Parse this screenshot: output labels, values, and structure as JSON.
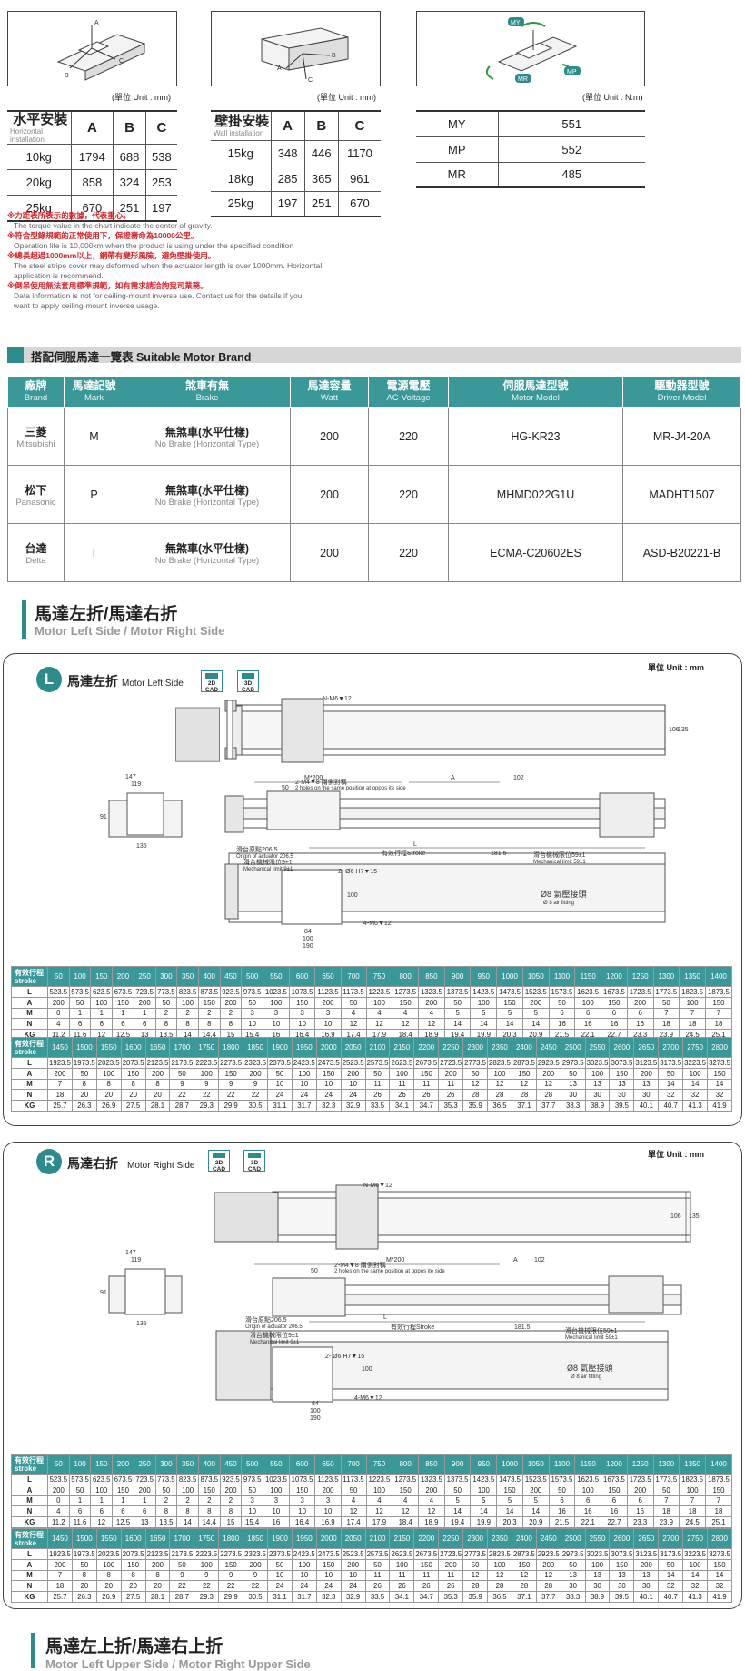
{
  "units": {
    "mm": "(單位 Unit : mm)",
    "nm": "(單位 Unit : N.m)",
    "unit_label": "單位 Unit : mm"
  },
  "diagram_labels": {
    "a": "A",
    "b": "B",
    "c": "C",
    "my": "MY",
    "mp": "MP",
    "mr": "MR"
  },
  "load_horizontal": {
    "title": "水平安裝",
    "subtitle": "Horizontal installation",
    "cols": [
      "A",
      "B",
      "C"
    ],
    "rows": [
      [
        "10kg",
        "1794",
        "688",
        "538"
      ],
      [
        "20kg",
        "858",
        "324",
        "253"
      ],
      [
        "25kg",
        "670",
        "251",
        "197"
      ]
    ]
  },
  "load_wall": {
    "title": "壁掛安裝",
    "subtitle": "Wall installation",
    "cols": [
      "A",
      "B",
      "C"
    ],
    "rows": [
      [
        "15kg",
        "348",
        "446",
        "1170"
      ],
      [
        "18kg",
        "285",
        "365",
        "961"
      ],
      [
        "25kg",
        "197",
        "251",
        "670"
      ]
    ]
  },
  "moment": {
    "rows": [
      [
        "MY",
        "551"
      ],
      [
        "MP",
        "552"
      ],
      [
        "MR",
        "485"
      ]
    ]
  },
  "notes": [
    {
      "zh": "※力距表所表示的數據，代表重心。",
      "en": "The torque value in the chart indicate the center of gravity."
    },
    {
      "zh": "※符合型錄規範的正常使用下，保證壽命為10000公里。",
      "en": "Operation life is 10,000km when the product is using under the specified condition"
    },
    {
      "zh": "※總長超過1000mm以上，鋼帶有變形風險，避免壁掛使用。",
      "en": "The steel stripe cover may deformed when the actuator length is over 1000mm. Horizontal application is recommend."
    },
    {
      "zh": "※倒吊使用無法套用標準規範，如有需求請洽詢我司業務。",
      "en": "Data information is not for ceiling-mount inverse use. Contact us for the details if you want to apply ceiling-mount inverse usage."
    }
  ],
  "motor_section": {
    "title": "搭配伺服馬達一覽表  Suitable Motor Brand"
  },
  "motor_table": {
    "headers": [
      [
        "廠牌",
        "Brand"
      ],
      [
        "馬達記號",
        "Mark"
      ],
      [
        "煞車有無",
        "Brake"
      ],
      [
        "馬達容量",
        "Watt"
      ],
      [
        "電源電壓",
        "AC-Voltage"
      ],
      [
        "伺服馬達型號",
        "Motor Model"
      ],
      [
        "驅動器型號",
        "Driver Model"
      ]
    ],
    "rows": [
      {
        "brand": "三菱",
        "brand_en": "Mitsubishi",
        "mark": "M",
        "brake": "無煞車(水平仕樣)",
        "brake_en": "No Brake (Horizontal Type)",
        "watt": "200",
        "volt": "220",
        "motor": "HG-KR23",
        "driver": "MR-J4-20A"
      },
      {
        "brand": "松下",
        "brand_en": "Panasonic",
        "mark": "P",
        "brake": "無煞車(水平仕樣)",
        "brake_en": "No Brake (Horizontal Type)",
        "watt": "200",
        "volt": "220",
        "motor": "MHMD022G1U",
        "driver": "MADHT1507"
      },
      {
        "brand": "台達",
        "brand_en": "Delta",
        "mark": "T",
        "brake": "無煞車(水平仕樣)",
        "brake_en": "No Brake (Horizontal Type)",
        "watt": "200",
        "volt": "220",
        "motor": "ECMA-C20602ES",
        "driver": "ASD-B20221-B"
      }
    ]
  },
  "heading1": {
    "zh": "馬達左折/馬達右折",
    "en": "Motor Left Side / Motor Right Side"
  },
  "heading2": {
    "zh": "馬達左上折/馬達右上折",
    "en": "Motor Left Upper Side / Motor Right Upper Side"
  },
  "panel_left": {
    "badge": "L",
    "title": "馬達左折",
    "title_en": "Motor Left Side"
  },
  "panel_right": {
    "badge": "R",
    "title": "馬達右折",
    "title_en": "Motor Right Side"
  },
  "cad": {
    "d2": "2D CAD",
    "d3": "3D CAD"
  },
  "drawing": {
    "nm6": "N-M6▼12",
    "m200": "M*200",
    "a": "A",
    "d102": "102",
    "d106": "106",
    "d135": "135",
    "d147": "147",
    "d119": "119",
    "d91": "91",
    "d50": "50",
    "m4": "2-M4▼8 兩側對稱",
    "m4en": "2 holes on the same position at oppos ite side",
    "L": "L",
    "origin": "滑台原點206.5",
    "origin_en": "Origin of actuator 206.5",
    "stroke": "有效行程Stroke",
    "d1815": "181.5",
    "mech": "滑台機械限位9±1",
    "mech_en": "Mechanical limit 9±1",
    "mech2": "滑台機械限位59±1",
    "mech2_en": "Mechanical limit 59±1",
    "pin": "2- Ø6 H7▼15",
    "m6": "4-M6▼12",
    "air": "Ø8 氣壓接頭",
    "air_en": "Ø 8 air fitting",
    "d84": "84",
    "d100": "100",
    "d190": "190",
    "d100v": "100"
  },
  "spec": {
    "stroke_label": "有效行程",
    "stroke_label_en": "stroke",
    "labels": [
      "L",
      "A",
      "M",
      "N",
      "KG"
    ],
    "t1": {
      "stroke": [
        "50",
        "100",
        "150",
        "200",
        "250",
        "300",
        "350",
        "400",
        "450",
        "500",
        "550",
        "600",
        "650",
        "700",
        "750",
        "800",
        "850",
        "900",
        "950",
        "1000",
        "1050",
        "1100",
        "1150",
        "1200",
        "1250",
        "1300",
        "1350",
        "1400"
      ],
      "L": [
        "523.5",
        "573.5",
        "623.5",
        "673.5",
        "723.5",
        "773.5",
        "823.5",
        "873.5",
        "923.5",
        "973.5",
        "1023.5",
        "1073.5",
        "1123.5",
        "1173.5",
        "1223.5",
        "1273.5",
        "1323.5",
        "1373.5",
        "1423.5",
        "1473.5",
        "1523.5",
        "1573.5",
        "1623.5",
        "1673.5",
        "1723.5",
        "1773.5",
        "1823.5",
        "1873.5"
      ],
      "A": [
        "200",
        "50",
        "100",
        "150",
        "200",
        "50",
        "100",
        "150",
        "200",
        "50",
        "100",
        "150",
        "200",
        "50",
        "100",
        "150",
        "200",
        "50",
        "100",
        "150",
        "200",
        "50",
        "100",
        "150",
        "200",
        "50",
        "100",
        "150"
      ],
      "M": [
        "0",
        "1",
        "1",
        "1",
        "1",
        "2",
        "2",
        "2",
        "2",
        "3",
        "3",
        "3",
        "3",
        "4",
        "4",
        "4",
        "4",
        "5",
        "5",
        "5",
        "5",
        "6",
        "6",
        "6",
        "6",
        "7",
        "7",
        "7"
      ],
      "N": [
        "4",
        "6",
        "6",
        "6",
        "6",
        "8",
        "8",
        "8",
        "8",
        "10",
        "10",
        "10",
        "10",
        "12",
        "12",
        "12",
        "12",
        "14",
        "14",
        "14",
        "14",
        "16",
        "16",
        "16",
        "16",
        "18",
        "18",
        "18"
      ],
      "KG": [
        "11.2",
        "11.6",
        "12",
        "12.5",
        "13",
        "13.5",
        "14",
        "14.4",
        "15",
        "15.4",
        "16",
        "16.4",
        "16.9",
        "17.4",
        "17.9",
        "18.4",
        "18.9",
        "19.4",
        "19.9",
        "20.3",
        "20.9",
        "21.5",
        "22.1",
        "22.7",
        "23.3",
        "23.9",
        "24.5",
        "25.1"
      ]
    },
    "t2": {
      "stroke": [
        "1450",
        "1500",
        "1550",
        "1600",
        "1650",
        "1700",
        "1750",
        "1800",
        "1850",
        "1900",
        "1950",
        "2000",
        "2050",
        "2100",
        "2150",
        "2200",
        "2250",
        "2300",
        "2350",
        "2400",
        "2450",
        "2500",
        "2550",
        "2600",
        "2650",
        "2700",
        "2750",
        "2800"
      ],
      "L": [
        "1923.5",
        "1973.5",
        "2023.5",
        "2073.5",
        "2123.5",
        "2173.5",
        "2223.5",
        "2273.5",
        "2323.5",
        "2373.5",
        "2423.5",
        "2473.5",
        "2523.5",
        "2573.5",
        "2623.5",
        "2673.5",
        "2723.5",
        "2773.5",
        "2823.5",
        "2873.5",
        "2923.5",
        "2973.5",
        "3023.5",
        "3073.5",
        "3123.5",
        "3173.5",
        "3223.5",
        "3273.5"
      ],
      "A": [
        "200",
        "50",
        "100",
        "150",
        "200",
        "50",
        "100",
        "150",
        "200",
        "50",
        "100",
        "150",
        "200",
        "50",
        "100",
        "150",
        "200",
        "50",
        "100",
        "150",
        "200",
        "50",
        "100",
        "150",
        "200",
        "50",
        "100",
        "150"
      ],
      "M": [
        "7",
        "8",
        "8",
        "8",
        "8",
        "9",
        "9",
        "9",
        "9",
        "10",
        "10",
        "10",
        "10",
        "11",
        "11",
        "11",
        "11",
        "12",
        "12",
        "12",
        "12",
        "13",
        "13",
        "13",
        "13",
        "14",
        "14",
        "14"
      ],
      "N": [
        "18",
        "20",
        "20",
        "20",
        "20",
        "22",
        "22",
        "22",
        "22",
        "24",
        "24",
        "24",
        "24",
        "26",
        "26",
        "26",
        "26",
        "28",
        "28",
        "28",
        "28",
        "30",
        "30",
        "30",
        "30",
        "32",
        "32",
        "32"
      ],
      "KG": [
        "25.7",
        "26.3",
        "26.9",
        "27.5",
        "28.1",
        "28.7",
        "29.3",
        "29.9",
        "30.5",
        "31.1",
        "31.7",
        "32.3",
        "32.9",
        "33.5",
        "34.1",
        "34.7",
        "35.3",
        "35.9",
        "36.5",
        "37.1",
        "37.7",
        "38.3",
        "38.9",
        "39.5",
        "40.1",
        "40.7",
        "41.3",
        "41.9"
      ]
    }
  }
}
